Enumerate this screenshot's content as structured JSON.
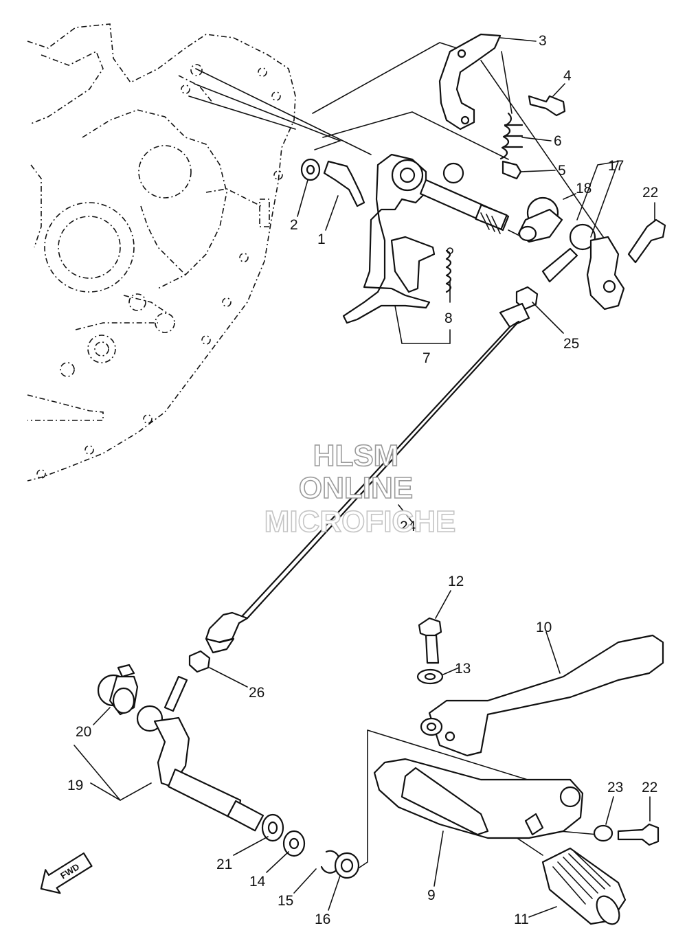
{
  "watermark": {
    "line1": "HLSM",
    "line2": "ONLINE",
    "line3": "MICROFICHE"
  },
  "direction_marker": "FWD",
  "callouts": [
    "1",
    "2",
    "3",
    "4",
    "5",
    "6",
    "7",
    "8",
    "9",
    "10",
    "11",
    "12",
    "13",
    "14",
    "15",
    "16",
    "17",
    "18",
    "19",
    "20",
    "21",
    "22",
    "22",
    "23",
    "24",
    "25",
    "26"
  ]
}
